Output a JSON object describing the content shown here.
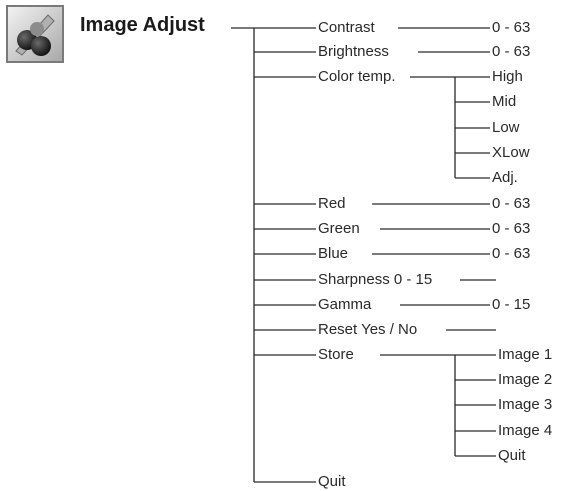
{
  "title": "Image Adjust",
  "colors": {
    "line": "#2a2a2a",
    "text": "#2a2a2a",
    "icon_frame": "#7a7a7a"
  },
  "icon": "image-adjust-icon",
  "rows": [
    {
      "label": "Contrast",
      "value": "0 - 63"
    },
    {
      "label": "Brightness",
      "value": "0 - 63"
    },
    {
      "label": "Color temp.",
      "value": ""
    },
    {
      "label": "Red",
      "value": "0 - 63"
    },
    {
      "label": "Green",
      "value": "0 - 63"
    },
    {
      "label": "Blue",
      "value": "0 - 63"
    },
    {
      "label": "Sharpness 0 - 15",
      "value": ""
    },
    {
      "label": "Gamma",
      "value": "0 - 15"
    },
    {
      "label": "Reset Yes / No",
      "value": ""
    },
    {
      "label": "Store",
      "value": ""
    },
    {
      "label": "Quit",
      "value": ""
    }
  ],
  "color_temp_options": [
    "High",
    "Mid",
    "Low",
    "XLow",
    "Adj."
  ],
  "store_options": [
    "Image 1",
    "Image 2",
    "Image 3",
    "Image 4",
    "Quit"
  ]
}
